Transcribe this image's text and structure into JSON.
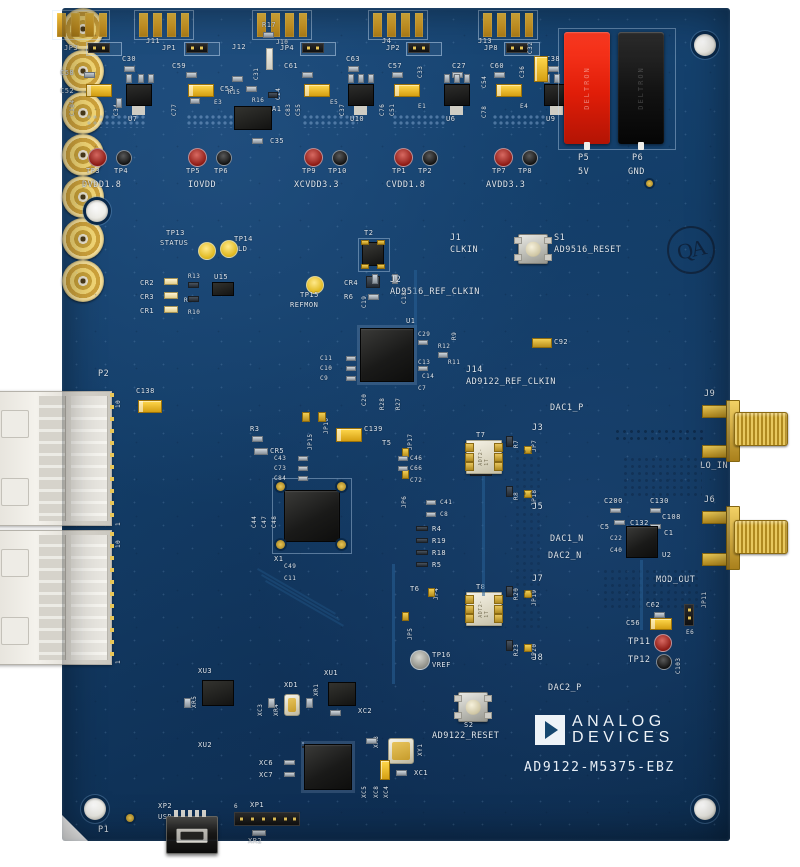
{
  "board": {
    "manufacturer": "ANALOG DEVICES",
    "part_number": "AD9122-M5375-EBZ",
    "qa_stamp": "QA",
    "background_color": "#ffffff",
    "pcb_color": "#123a63"
  },
  "power_rails": [
    {
      "name": "DVDD1.8",
      "tp_pos": "TP3",
      "tp_gnd": "TP4",
      "jumper": "JP3",
      "regulator": "U7",
      "caps": [
        "C58",
        "C52",
        "C104",
        "C34",
        "C30"
      ]
    },
    {
      "name": "IOVDD",
      "tp_pos": "TP5",
      "tp_gnd": "TP6",
      "jumper": "JP1",
      "regulator": "E3",
      "caps": [
        "C59",
        "C77",
        "C53"
      ]
    },
    {
      "name": "XCVDD3.3",
      "tp_pos": "TP9",
      "tp_gnd": "TP10",
      "jumper": "JP4",
      "regulator": "U10",
      "caps": [
        "C61",
        "C83",
        "C55",
        "C37",
        "C63"
      ]
    },
    {
      "name": "CVDD1.8",
      "tp_pos": "TP1",
      "tp_gnd": "TP2",
      "jumper": "JP2",
      "regulator": "U6",
      "caps": [
        "C57",
        "C33",
        "C76",
        "C51",
        "C27"
      ]
    },
    {
      "name": "AVDD3.3",
      "tp_pos": "TP7",
      "tp_gnd": "TP8",
      "jumper": "JP8",
      "regulator": "U9",
      "caps": [
        "C60",
        "C54",
        "C78",
        "C36",
        "C38"
      ]
    }
  ],
  "banana_jacks": [
    {
      "ref": "P5",
      "label": "5V",
      "brand": "DELTRON",
      "color": "#e01d08"
    },
    {
      "ref": "P6",
      "label": "GND",
      "brand": "DELTRON",
      "color": "#121212"
    }
  ],
  "edge_fingers": [
    {
      "ref": "J11"
    },
    {
      "ref": "J12"
    },
    {
      "ref": "J4"
    },
    {
      "ref": "J13"
    }
  ],
  "sma_connectors": [
    {
      "ref": "J1",
      "label": "CLKIN",
      "type": "vertical"
    },
    {
      "ref": "J2",
      "label": "AD9516_REF_CLKIN",
      "type": "vertical"
    },
    {
      "ref": "J14",
      "label": "AD9122_REF_CLKIN",
      "type": "vertical"
    },
    {
      "ref": "J3",
      "label": "DAC1_P",
      "type": "vertical"
    },
    {
      "ref": "J5",
      "label": "DAC1_N",
      "type": "vertical"
    },
    {
      "ref": "J7",
      "label": "DAC2_N",
      "type": "vertical"
    },
    {
      "ref": "J8",
      "label": "DAC2_P",
      "type": "vertical"
    },
    {
      "ref": "J9",
      "label": "LO_IN",
      "type": "edge"
    },
    {
      "ref": "J6",
      "label": "MOD_OUT",
      "type": "edge"
    }
  ],
  "switches": [
    {
      "ref": "S1",
      "label": "AD9516_RESET"
    },
    {
      "ref": "S2",
      "label": "AD9122_RESET"
    }
  ],
  "test_points": [
    {
      "ref": "TP13",
      "label": "STATUS"
    },
    {
      "ref": "TP14",
      "label": "LD"
    },
    {
      "ref": "TP15",
      "label": "REFMON"
    },
    {
      "ref": "TP16",
      "label": "VREF"
    },
    {
      "ref": "TP11",
      "label": ""
    },
    {
      "ref": "TP12",
      "label": ""
    }
  ],
  "leds": [
    "CR1",
    "CR2",
    "CR3",
    "CR4",
    "CR5"
  ],
  "connectors": [
    {
      "ref": "P2",
      "type": "ribbon-header",
      "position": "left-upper"
    },
    {
      "ref": "P1",
      "type": "ribbon-header",
      "position": "left-lower"
    },
    {
      "ref": "XP2",
      "label": "USB",
      "type": "mini-usb"
    },
    {
      "ref": "XP1",
      "label": "",
      "pin1": "6",
      "type": "header-6pin"
    }
  ],
  "ics": [
    {
      "ref": "U1",
      "desc": "AD9516 clock generator"
    },
    {
      "ref": "X1",
      "desc": "AD9122 dual DAC"
    },
    {
      "ref": "U2",
      "desc": "modulator"
    },
    {
      "ref": "XU2",
      "desc": "USB controller"
    },
    {
      "ref": "U15",
      "desc": ""
    },
    {
      "ref": "A1",
      "desc": ""
    },
    {
      "ref": "XU1",
      "desc": ""
    },
    {
      "ref": "XU3",
      "desc": ""
    }
  ],
  "transformers": [
    {
      "ref": "T7",
      "marking": "ADT2-1T"
    },
    {
      "ref": "T8",
      "marking": "ADT2-1T"
    },
    {
      "ref": "T2",
      "marking": ""
    },
    {
      "ref": "T5",
      "marking": ""
    },
    {
      "ref": "T6",
      "marking": ""
    }
  ],
  "jumpers": [
    "JP1",
    "JP2",
    "JP3",
    "JP4",
    "JP5",
    "JP6",
    "JP7",
    "JP8",
    "JP10",
    "JP11",
    "JP15",
    "JP17",
    "JP18",
    "JP19",
    "JP20"
  ],
  "silkscreen_refs": {
    "top_row": [
      "JP3",
      "J11",
      "C30",
      "C58",
      "C52",
      "C104",
      "C34",
      "U7",
      "C53",
      "JP1",
      "C59",
      "C77",
      "E3",
      "J12",
      "R17",
      "R15",
      "R16",
      "C31",
      "C24",
      "A1",
      "C35",
      "JP4",
      "C61",
      "C83",
      "C55",
      "E5",
      "C37",
      "U10",
      "C63",
      "JP2",
      "C57",
      "C33",
      "C76",
      "C51",
      "E1",
      "U6",
      "C27",
      "J13",
      "JP8",
      "C60",
      "C54",
      "C78",
      "C36",
      "E4",
      "U9",
      "C38",
      "C32"
    ],
    "clock_area": [
      "TP13",
      "TP14",
      "TP15",
      "CR1",
      "CR2",
      "CR3",
      "CR4",
      "R13",
      "R14",
      "R10",
      "R6",
      "R9",
      "R11",
      "R12",
      "U15",
      "T2",
      "C18",
      "C19",
      "C29",
      "C9",
      "C10",
      "C11",
      "C13",
      "C14",
      "C7",
      "C20",
      "U1",
      "R27",
      "R28",
      "C92"
    ],
    "dac_area": [
      "C138",
      "R3",
      "CR5",
      "JP15",
      "JP10",
      "C139",
      "T5",
      "JP17",
      "T7",
      "R7",
      "JP7",
      "JP6",
      "R8",
      "JP18",
      "C43",
      "C73",
      "C84",
      "C46",
      "C66",
      "C72",
      "C41",
      "C8",
      "R4",
      "R19",
      "R18",
      "R5",
      "X1",
      "C44",
      "C47",
      "C48",
      "C11",
      "C49",
      "T6",
      "JP4",
      "JP5",
      "T8",
      "R20",
      "JP19",
      "R23",
      "JP20",
      "C200",
      "C130",
      "C5",
      "C132",
      "C108",
      "C1",
      "U2",
      "C22",
      "C40",
      "C62",
      "C56",
      "C103",
      "E6",
      "JP11"
    ],
    "usb_area": [
      "XU3",
      "XR5",
      "XD1",
      "XR1",
      "XU1",
      "XC3",
      "XR4",
      "XC2",
      "XU2",
      "XR3",
      "XY1",
      "XC1",
      "XC6",
      "XC7",
      "XC5",
      "XC8",
      "XC4",
      "XP2",
      "XP1",
      "XR2",
      "TP16",
      "S2"
    ]
  }
}
